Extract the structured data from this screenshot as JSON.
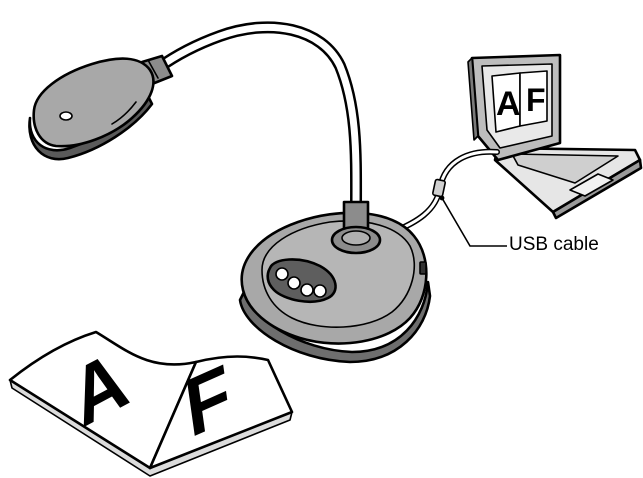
{
  "callout": {
    "usb_cable_label": "USB cable"
  },
  "laptop_screen": {
    "left_letter": "A",
    "right_letter": "F"
  },
  "document": {
    "left_letter": "A",
    "right_letter": "F"
  },
  "colors": {
    "ink": "#000000",
    "body_gray": "#a8a8a8",
    "dark_gray": "#6e6e6e",
    "light_gray": "#d6d6d6",
    "background": "#ffffff"
  }
}
